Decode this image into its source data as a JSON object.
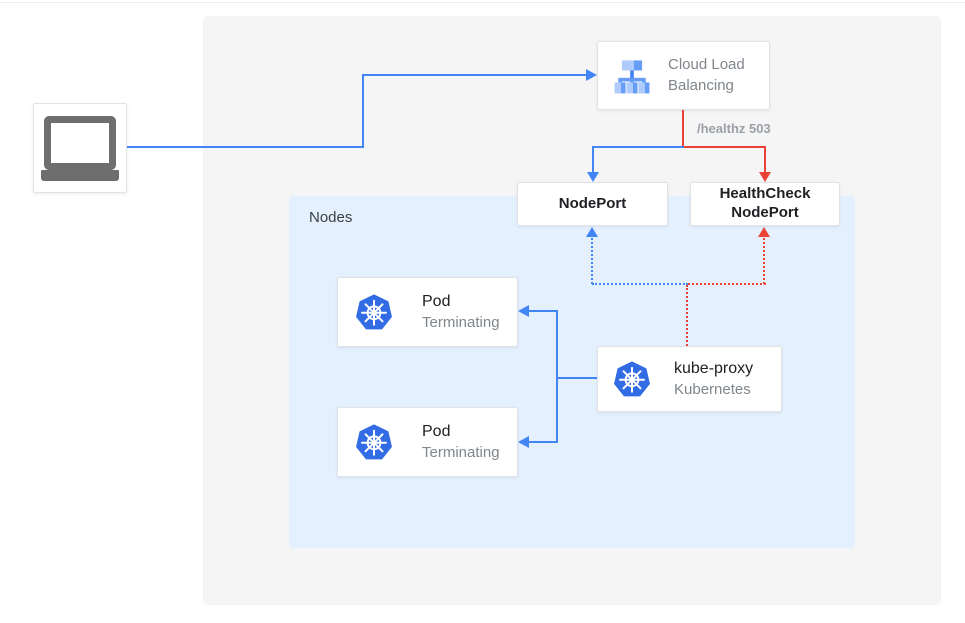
{
  "colors": {
    "blue_path": "#4285f4",
    "red_path": "#ea4335",
    "kubernetes_blue": "#326ce5",
    "nodes_container_bg": "#e4f0fd",
    "panel_bg": "#f5f5f6",
    "muted_text": "#80868b"
  },
  "diagram": {
    "client": {
      "icon": "laptop-icon"
    },
    "load_balancer": {
      "icon": "cloud-load-balancing-icon",
      "label": "Cloud Load Balancing"
    },
    "health_check_label": "/healthz 503",
    "node_port": {
      "label": "NodePort"
    },
    "health_check_node_port": {
      "label": "HealthCheck NodePort"
    },
    "nodes_group": {
      "label": "Nodes"
    },
    "pods": [
      {
        "icon": "kubernetes-icon",
        "title": "Pod",
        "status": "Terminating"
      },
      {
        "icon": "kubernetes-icon",
        "title": "Pod",
        "status": "Terminating"
      }
    ],
    "kube_proxy": {
      "icon": "kubernetes-icon",
      "title": "kube-proxy",
      "subtitle": "Kubernetes"
    }
  }
}
